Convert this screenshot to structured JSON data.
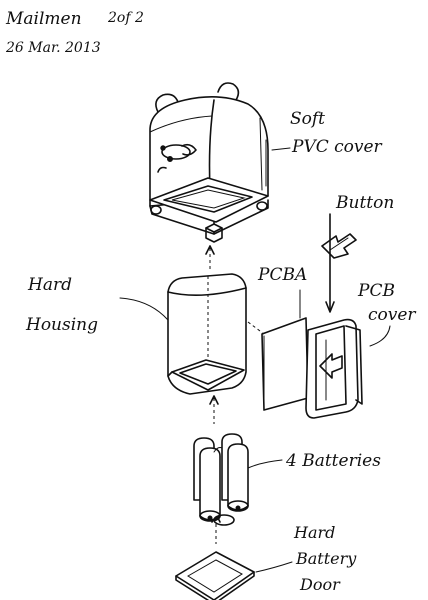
{
  "header": {
    "project": "Mailmen",
    "page": "2of 2",
    "date": "26 Mar. 2013"
  },
  "labels": {
    "soft_cover_line1": "Soft",
    "soft_cover_line2": "PVC cover",
    "button": "Button",
    "hard_housing_line1": "Hard",
    "hard_housing_line2": "Housing",
    "pcba": "PCBA",
    "pcb_cover_line1": "PCB",
    "pcb_cover_line2": "cover",
    "batteries": "4 Batteries",
    "battery_door_line1": "Hard",
    "battery_door_line2": "Battery",
    "battery_door_line3": "Door"
  }
}
